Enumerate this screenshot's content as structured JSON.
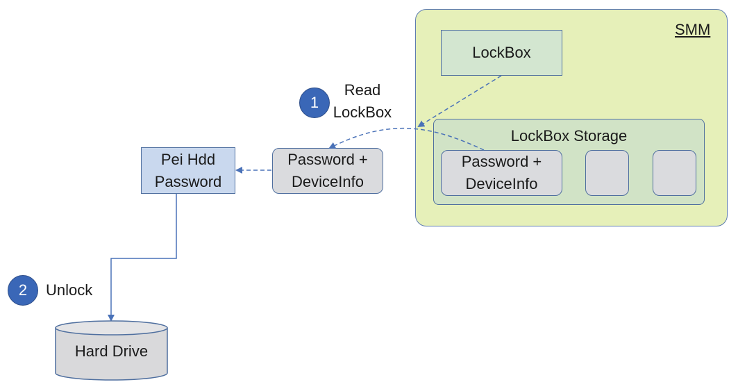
{
  "smm": {
    "label": "SMM"
  },
  "lockbox": {
    "label": "LockBox"
  },
  "storage": {
    "label": "LockBox Storage",
    "slot1": {
      "line1": "Password +",
      "line2": "DeviceInfo"
    }
  },
  "copy": {
    "line1": "Password +",
    "line2": "DeviceInfo"
  },
  "pei": {
    "line1": "Pei Hdd",
    "line2": "Password"
  },
  "steps": [
    {
      "number": "1",
      "line1": "Read",
      "line2": "LockBox"
    },
    {
      "number": "2",
      "label": "Unlock"
    }
  ],
  "drive": {
    "label": "Hard Drive"
  },
  "colors": {
    "smm_fill": "#e6f0b9",
    "lockbox_fill": "#d3e6d0",
    "slot_fill": "#dadbde",
    "pei_fill": "#c9d8ee",
    "badge_fill": "#3a67b7",
    "connector": "#4a72b8"
  }
}
